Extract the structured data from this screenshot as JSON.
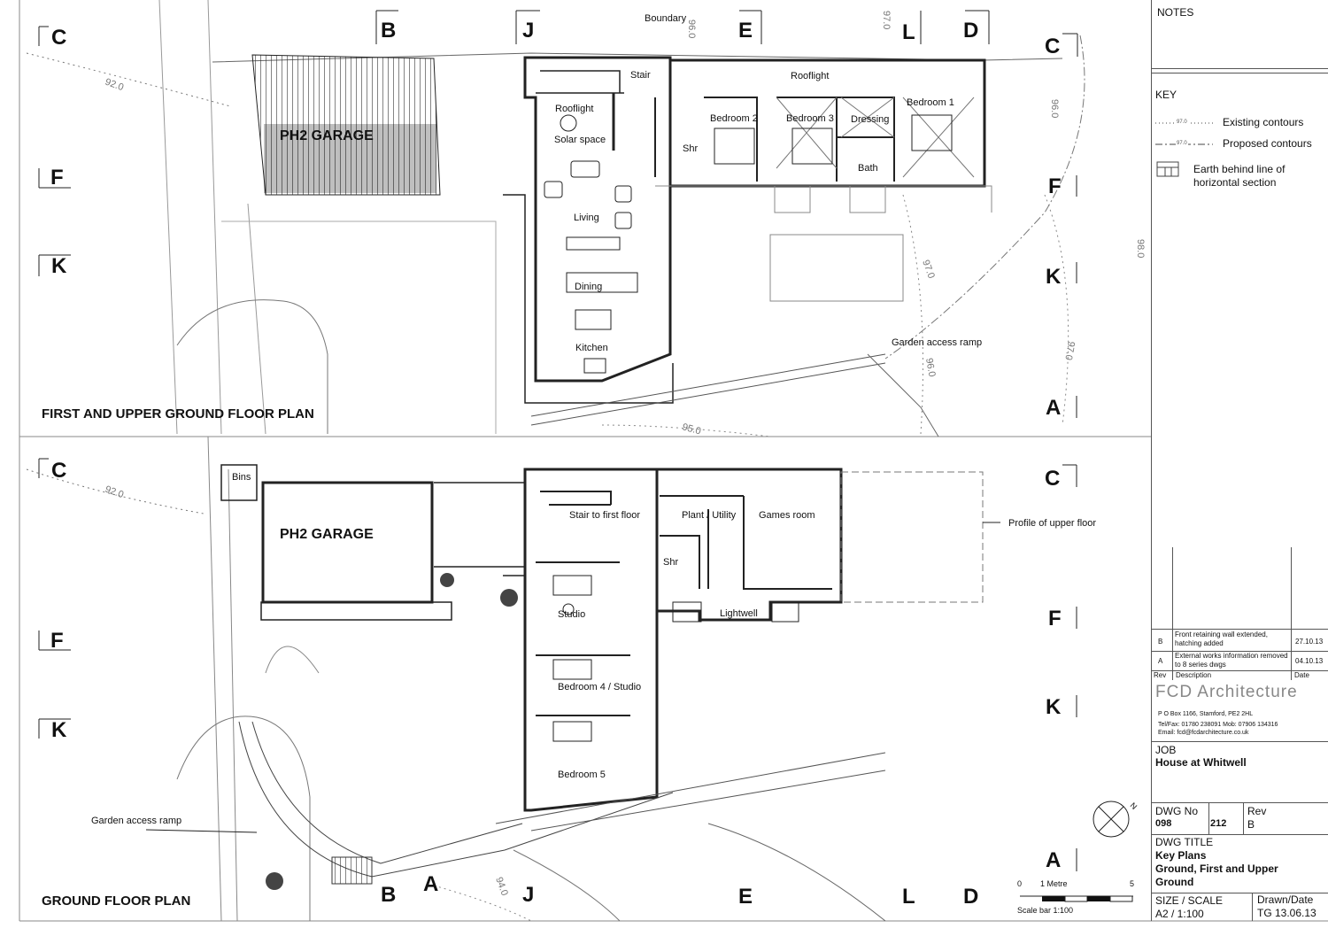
{
  "plans": {
    "upper_title": "FIRST AND UPPER GROUND FLOOR PLAN",
    "ground_title": "GROUND FLOOR PLAN"
  },
  "grid_upper": [
    "C",
    "B",
    "J",
    "E",
    "L",
    "D",
    "C",
    "F",
    "F",
    "K",
    "K",
    "A"
  ],
  "grid_ground": [
    "C",
    "C",
    "F",
    "F",
    "K",
    "K",
    "A",
    "B",
    "A",
    "J",
    "E",
    "L",
    "D"
  ],
  "upper_labels": {
    "boundary": "Boundary",
    "garage": "PH2 GARAGE",
    "stair": "Stair",
    "rooflight_1": "Rooflight",
    "rooflight_2": "Rooflight",
    "solar_space": "Solar space",
    "living": "Living",
    "dining": "Dining",
    "kitchen": "Kitchen",
    "shr": "Shr",
    "bedroom2": "Bedroom 2",
    "bedroom3": "Bedroom 3",
    "dressing": "Dressing",
    "bath": "Bath",
    "bedroom1": "Bedroom 1",
    "garden_ramp": "Garden access ramp"
  },
  "ground_labels": {
    "bins": "Bins",
    "garage": "PH2 GARAGE",
    "stair": "Stair to first floor",
    "plant": "Plant / Utility",
    "games": "Games room",
    "profile": "Profile of upper floor",
    "shr": "Shr",
    "lightwell": "Lightwell",
    "studio": "Studio",
    "bedroom4": "Bedroom 4 / Studio",
    "bedroom5": "Bedroom 5",
    "garden_ramp": "Garden access ramp"
  },
  "contours": [
    "92.0",
    "96.0",
    "97.0",
    "96.0",
    "98.0",
    "97.0",
    "97.0",
    "96.0",
    "95.0",
    "92.0",
    "94.0"
  ],
  "title_block": {
    "notes": "NOTES",
    "key": {
      "title": "KEY",
      "items": [
        {
          "sample": "97.0",
          "label": "Existing contours"
        },
        {
          "sample": "97.0",
          "label": "Proposed contours"
        },
        {
          "sample": "",
          "label": "Earth behind line of horizontal section"
        }
      ]
    },
    "revisions": {
      "headers": [
        "Rev",
        "Description",
        "Date"
      ],
      "rows": [
        {
          "rev": "B",
          "description": "Front retaining wall extended, hatching added",
          "date": "27.10.13"
        },
        {
          "rev": "A",
          "description": "External works information removed to 8 series dwgs",
          "date": "04.10.13"
        }
      ]
    },
    "firm": {
      "name": "FCD Architecture",
      "address": "P O Box 1166, Stamford,  PE2 2HL",
      "phone": "Tel/Fax: 01780 238091  Mob: 07906 134316",
      "email": "Email: fcd@fcdarchitecture.co.uk"
    },
    "job": {
      "label": "JOB",
      "value": "House at Whitwell"
    },
    "dwg_no": {
      "label": "DWG No",
      "prefix": "098",
      "number": "212"
    },
    "rev": {
      "label": "Rev",
      "value": "B"
    },
    "dwg_title": {
      "label": "DWG TITLE",
      "line1": "Key Plans",
      "line2": "Ground, First and Upper",
      "line3": "Ground"
    },
    "size_scale": {
      "label": "SIZE / SCALE",
      "value": "A2 / 1:100"
    },
    "drawn": {
      "label": "Drawn/Date",
      "value": "TG 13.06.13"
    }
  },
  "scale_bar": {
    "start": "0",
    "unit": "1 Metre",
    "end": "5",
    "caption": "Scale bar  1:100"
  },
  "north": "N"
}
